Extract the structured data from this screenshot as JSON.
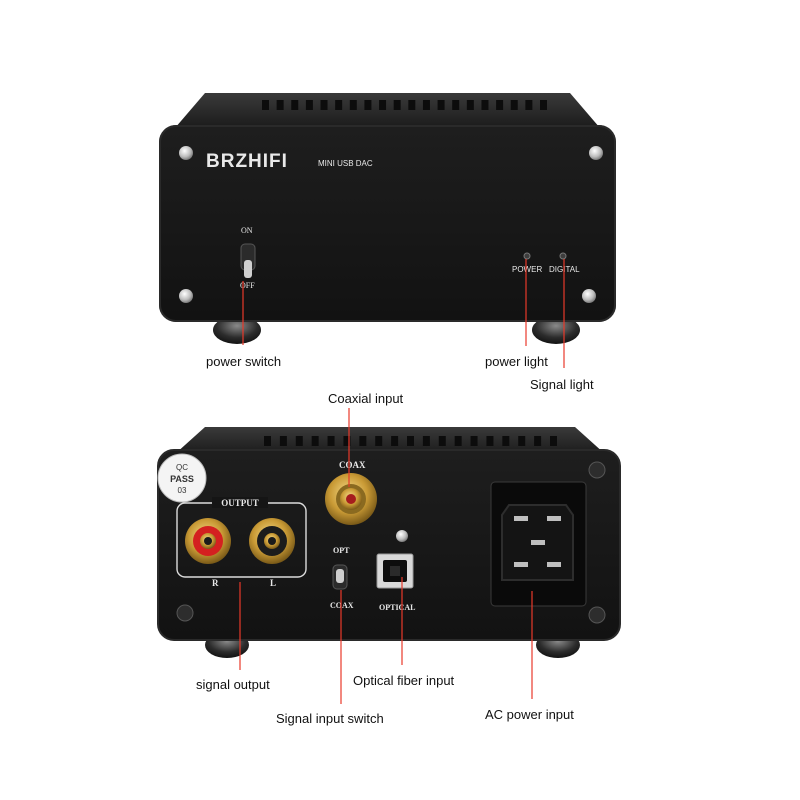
{
  "front_panel": {
    "brand": "BRZHIFI",
    "model": "MINI USB DAC",
    "switch_on": "ON",
    "switch_off": "OFF",
    "led_power": "POWER",
    "led_digital": "DIGITAL"
  },
  "back_panel": {
    "qc_sticker_top": "QC",
    "qc_sticker_mid": "PASS",
    "qc_sticker_bottom": "03",
    "output_label": "OUTPUT",
    "channel_r": "R",
    "channel_l": "L",
    "coax_label": "COAX",
    "switch_opt": "OPT",
    "switch_coax": "COAX",
    "optical_label": "OPTICAL"
  },
  "annotations": {
    "power_switch": "power switch",
    "power_light": "power light",
    "signal_light": "Signal light",
    "coaxial_input": "Coaxial input",
    "signal_output": "signal output",
    "optical_fiber_input": "Optical fiber input",
    "signal_input_switch": "Signal input switch",
    "ac_power_input": "AC power input"
  },
  "colors": {
    "chassis": "#161616",
    "annotation_line": "#e8392a",
    "gold": "#c99a35",
    "rca_red": "#d42020"
  }
}
